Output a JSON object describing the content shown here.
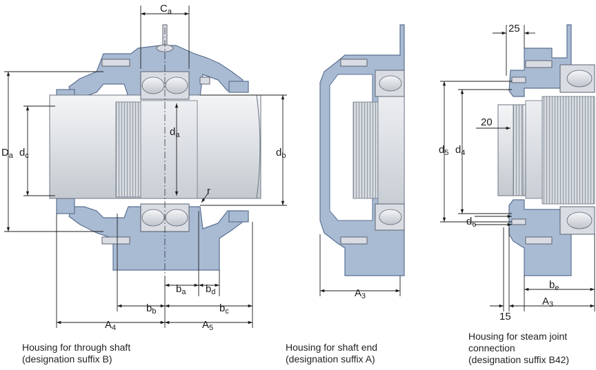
{
  "colors": {
    "housing": "#a9bbd3",
    "housing_outline": "#5a6f90",
    "shaft": "#e3e6ea",
    "bearing_ring": "#d9dde3",
    "dimension_line": "#1a1a1a"
  },
  "views": {
    "through_shaft": {
      "caption_line1": "Housing for through shaft",
      "caption_line2": "(designation suffix B)",
      "labels": {
        "Ca": {
          "main": "C",
          "sub": "a"
        },
        "Da": {
          "main": "D",
          "sub": "a"
        },
        "dc": {
          "main": "d",
          "sub": "c"
        },
        "da": {
          "main": "d",
          "sub": "a"
        },
        "db": {
          "main": "d",
          "sub": "b"
        },
        "r": {
          "main": "r",
          "sub": ""
        },
        "ba": {
          "main": "b",
          "sub": "a"
        },
        "bd": {
          "main": "b",
          "sub": "d"
        },
        "bb": {
          "main": "b",
          "sub": "b"
        },
        "bc": {
          "main": "b",
          "sub": "c"
        },
        "A4": {
          "main": "A",
          "sub": "4"
        },
        "A5": {
          "main": "A",
          "sub": "5"
        }
      }
    },
    "shaft_end": {
      "caption_line1": "Housing for shaft end",
      "caption_line2": "(designation suffix A)",
      "labels": {
        "A3": {
          "main": "A",
          "sub": "3"
        }
      }
    },
    "steam_joint": {
      "caption_line1": "Housing for steam joint",
      "caption_line2": "connection",
      "caption_line3": "(designation suffix B42)",
      "labels": {
        "n25": {
          "main": "25",
          "sub": ""
        },
        "n20": {
          "main": "20",
          "sub": ""
        },
        "d5": {
          "main": "d",
          "sub": "5"
        },
        "d4": {
          "main": "d",
          "sub": "4"
        },
        "d6": {
          "main": "d",
          "sub": "6"
        },
        "be": {
          "main": "b",
          "sub": "e"
        },
        "A3": {
          "main": "A",
          "sub": "3"
        },
        "n15": {
          "main": "15",
          "sub": ""
        }
      }
    }
  }
}
